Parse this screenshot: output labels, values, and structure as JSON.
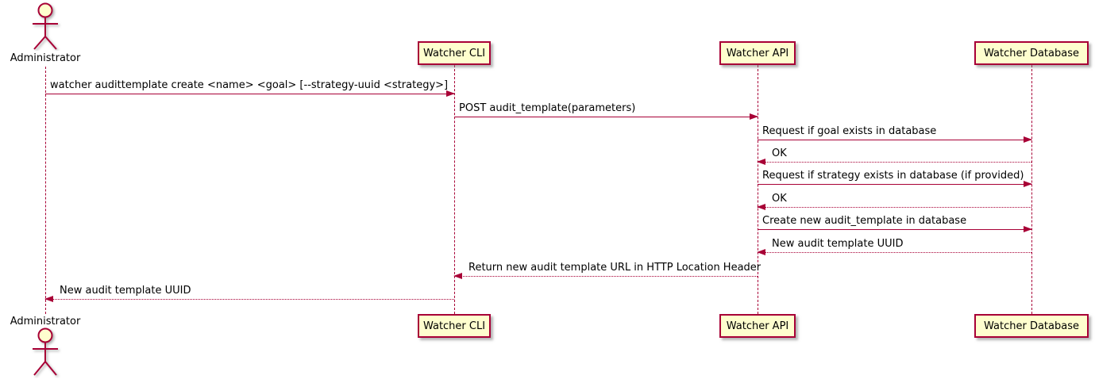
{
  "diagram": {
    "type": "sequence-diagram",
    "colors": {
      "border": "#A80036",
      "participant_fill": "#FEFECE",
      "line": "#A80036",
      "text": "#000000",
      "background": "#FFFFFF"
    },
    "participants": [
      {
        "label": "Administrator",
        "kind": "actor"
      },
      {
        "label": "Watcher CLI",
        "kind": "participant"
      },
      {
        "label": "Watcher API",
        "kind": "participant"
      },
      {
        "label": "Watcher Database",
        "kind": "participant"
      }
    ],
    "messages": [
      {
        "from": "Administrator",
        "to": "Watcher CLI",
        "label": "watcher audittemplate create <name> <goal> [--strategy-uuid <strategy>]",
        "line": "solid"
      },
      {
        "from": "Watcher CLI",
        "to": "Watcher API",
        "label": "POST audit_template(parameters)",
        "line": "solid"
      },
      {
        "from": "Watcher API",
        "to": "Watcher Database",
        "label": "Request if goal exists in database",
        "line": "solid"
      },
      {
        "from": "Watcher Database",
        "to": "Watcher API",
        "label": "OK",
        "line": "dotted"
      },
      {
        "from": "Watcher API",
        "to": "Watcher Database",
        "label": "Request if strategy exists in database (if provided)",
        "line": "solid"
      },
      {
        "from": "Watcher Database",
        "to": "Watcher API",
        "label": "OK",
        "line": "dotted"
      },
      {
        "from": "Watcher API",
        "to": "Watcher Database",
        "label": "Create new audit_template in database",
        "line": "solid"
      },
      {
        "from": "Watcher Database",
        "to": "Watcher API",
        "label": "New audit template UUID",
        "line": "dotted"
      },
      {
        "from": "Watcher API",
        "to": "Watcher CLI",
        "label": "Return new audit template URL in HTTP Location Header",
        "line": "dotted"
      },
      {
        "from": "Watcher CLI",
        "to": "Administrator",
        "label": "New audit template UUID",
        "line": "dotted"
      }
    ]
  }
}
